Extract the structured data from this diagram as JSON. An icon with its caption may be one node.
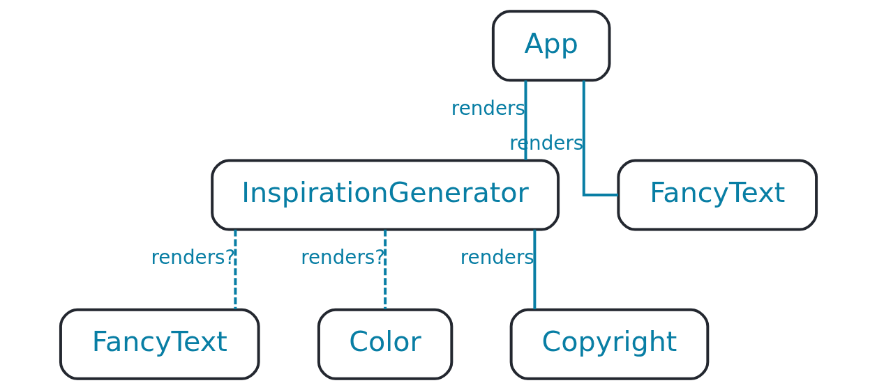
{
  "diagram": {
    "nodes": [
      {
        "text": [
          "App"
        ]
      },
      {
        "text": [
          "InspirationGenerator"
        ]
      },
      {
        "text": [
          "FancyText"
        ]
      },
      {
        "text": [
          "FancyText"
        ]
      },
      {
        "text": [
          "Color"
        ]
      },
      {
        "text": [
          "Copyright"
        ]
      }
    ],
    "edges": [
      {
        "from": 0,
        "to": 1,
        "arrow": "none",
        "label": "renders"
      },
      {
        "from": 0,
        "to": 2,
        "arrow": "none",
        "label": "renders"
      },
      {
        "from": 1,
        "to": 3,
        "arrow": "none",
        "label": "renders?",
        "style": "dashed"
      },
      {
        "from": 1,
        "to": 4,
        "arrow": "none",
        "label": "renders?",
        "style": "dashed"
      },
      {
        "from": 1,
        "to": 5,
        "arrow": "none",
        "label": "renders"
      }
    ]
  }
}
